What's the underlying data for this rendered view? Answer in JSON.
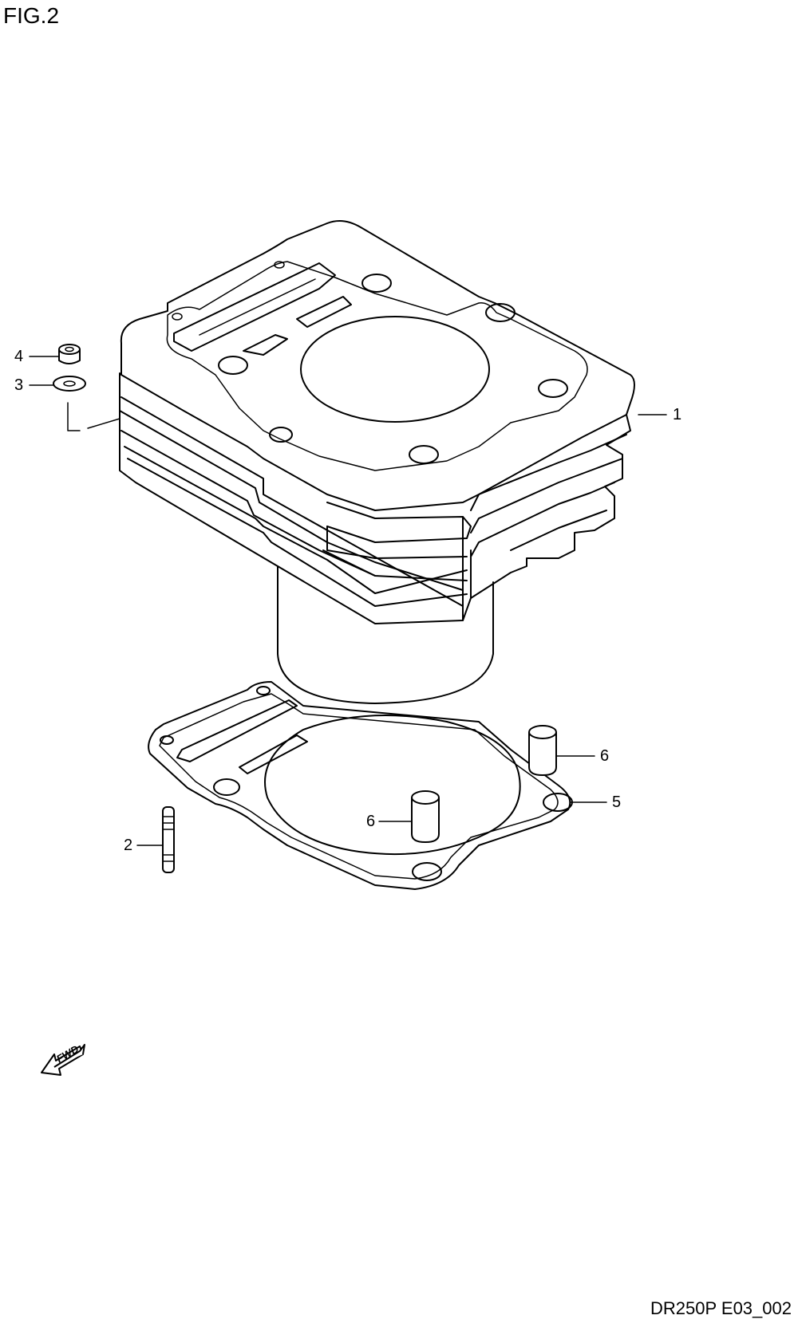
{
  "figure": {
    "title": "FIG.2",
    "drawing_code": "DR250P E03_002"
  },
  "callouts": [
    {
      "id": "1",
      "label": "1"
    },
    {
      "id": "2",
      "label": "2"
    },
    {
      "id": "3",
      "label": "3"
    },
    {
      "id": "4",
      "label": "4"
    },
    {
      "id": "5",
      "label": "5"
    },
    {
      "id": "6a",
      "label": "6"
    },
    {
      "id": "6b",
      "label": "6"
    }
  ],
  "fwd_arrow": {
    "label": "FWD"
  }
}
